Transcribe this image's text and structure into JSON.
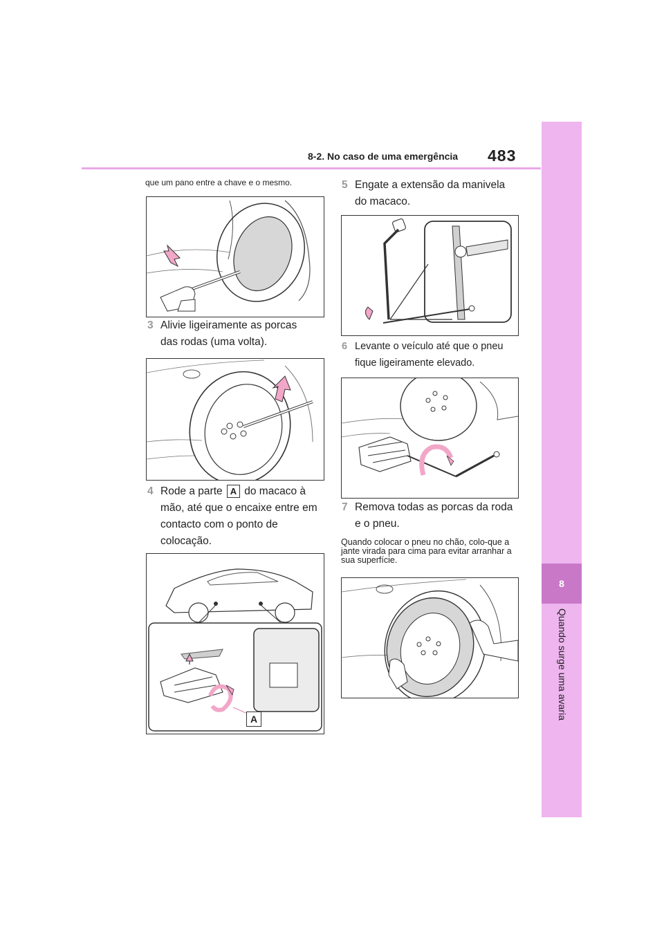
{
  "header": {
    "section": "8-2. No caso de uma emergência",
    "page_number": "483"
  },
  "side_tab": {
    "chapter": "8",
    "title": "Quando surge uma avaria"
  },
  "left": {
    "intro_note": "que um pano entre a chave e o mesmo.",
    "step3": {
      "num": "3",
      "text": "Alivie ligeiramente as porcas das rodas (uma volta)."
    },
    "step4": {
      "num": "4",
      "text_before": "Rode a parte",
      "marker": "A",
      "text_after": "do macaco à mão, até que o encaixe entre em contacto com o ponto de colocação."
    },
    "fig_label": "A"
  },
  "right": {
    "step5": {
      "num": "5",
      "text": "Engate a extensão da manivela do macaco."
    },
    "step6": {
      "num": "6",
      "text": "Levante o veículo até que o pneu fique ligeiramente elevado."
    },
    "step7": {
      "num": "7",
      "text": "Remova todas as porcas da roda e o pneu."
    },
    "note": "Quando colocar o pneu no chão, colo-que a jante virada para cima para evitar arranhar a sua superfície."
  },
  "colors": {
    "accent": "#e9a8e6",
    "tab": "#eeb5ee",
    "chapter": "#c978c8",
    "arrow": "#f2a7c8"
  }
}
